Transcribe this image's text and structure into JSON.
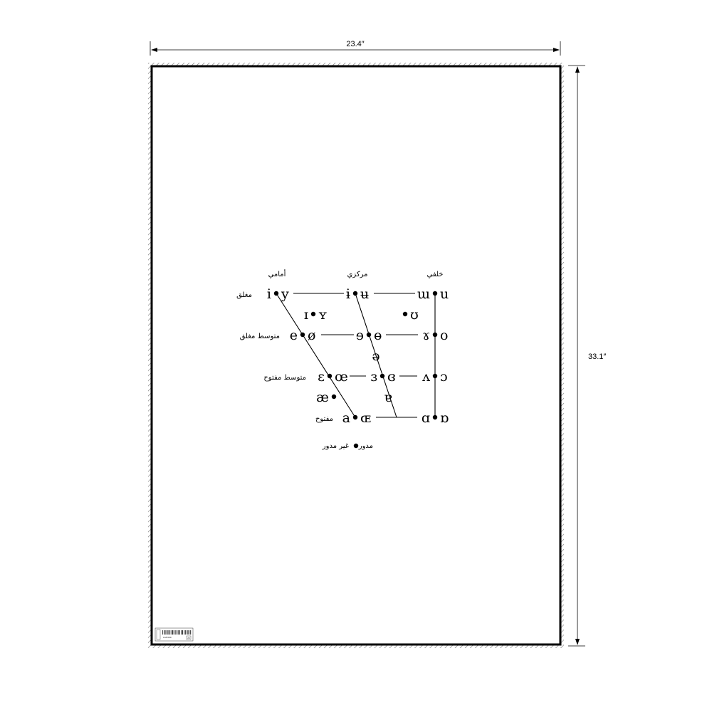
{
  "dimensions": {
    "width": "23.4″",
    "height": "33.1″"
  },
  "columns": {
    "front": "أمامي",
    "central": "مركزي",
    "back": "خلفي"
  },
  "rows": {
    "close": "مغلق",
    "close_mid": "متوسط مغلق",
    "open_mid": "متوسط مفتوح",
    "open": "مفتوح"
  },
  "vowels": {
    "i": "i",
    "y": "y",
    "i_bar": "ɨ",
    "u_bar": "ʉ",
    "turned_m": "ɯ",
    "u": "u",
    "small_cap_i": "ɪ",
    "small_cap_y": "ʏ",
    "upsilon": "ʊ",
    "e": "e",
    "o_slash": "ø",
    "reversed_e": "ɘ",
    "barred_o": "ɵ",
    "rams_horn": "ɤ",
    "o": "o",
    "schwa": "ə",
    "epsilon": "ɛ",
    "oe": "œ",
    "reversed_epsilon": "ɜ",
    "closed_reversed_epsilon": "ɞ",
    "turned_v": "ʌ",
    "open_o": "ɔ",
    "ash": "æ",
    "turned_a": "ɐ",
    "a": "a",
    "small_cap_oe": "ɶ",
    "script_a": "ɑ",
    "turned_script_a": "ɒ"
  },
  "legend": {
    "rounded": "مدور",
    "unrounded": "غير مدور"
  },
  "title_block": {
    "code": "LGE469",
    "box": "25"
  },
  "colors": {
    "ink": "#000000",
    "background": "#ffffff",
    "hatch": "#777777"
  }
}
